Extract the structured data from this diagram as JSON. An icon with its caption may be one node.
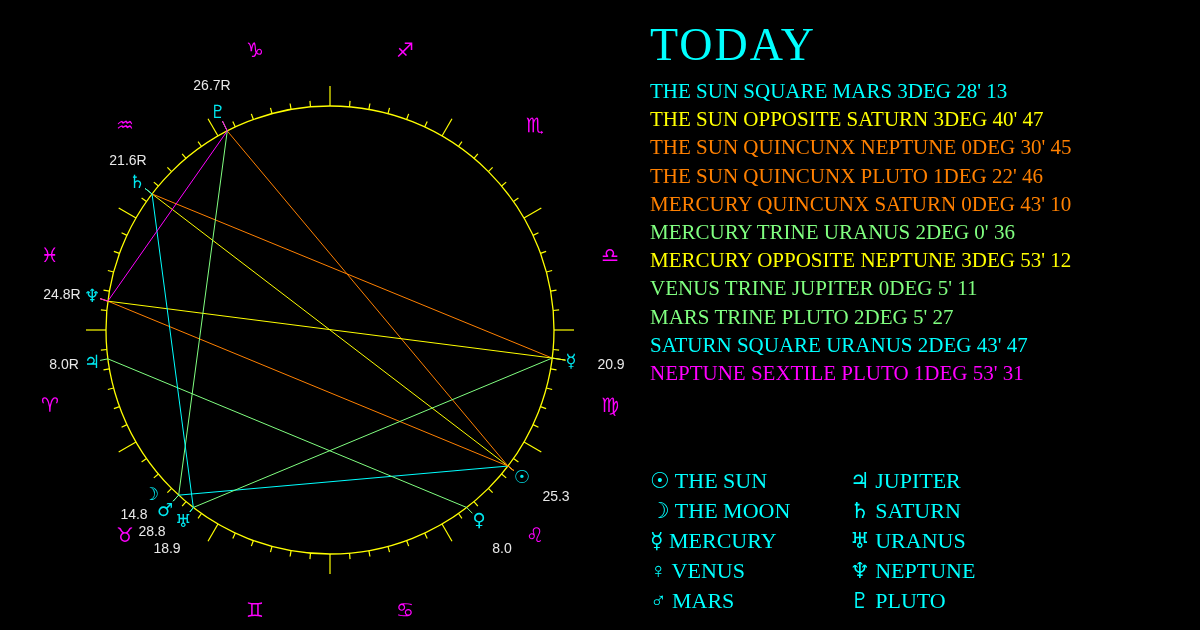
{
  "diagram": {
    "title": "TODAY",
    "nodes": [
      {
        "text": [
          "☉"
        ],
        "beside": [
          "25.3"
        ]
      },
      {
        "text": [
          "☽"
        ],
        "beside": [
          "14.8"
        ]
      },
      {
        "text": [
          "☿"
        ],
        "beside": [
          "20.9"
        ]
      },
      {
        "text": [
          "♀"
        ],
        "beside": [
          "8.0"
        ]
      },
      {
        "text": [
          "♂"
        ],
        "beside": [
          "28.8"
        ]
      },
      {
        "text": [
          "♃"
        ],
        "beside": [
          "8.0R"
        ]
      },
      {
        "text": [
          "♄"
        ],
        "beside": [
          "21.6R"
        ]
      },
      {
        "text": [
          "♅"
        ],
        "beside": [
          "18.9"
        ]
      },
      {
        "text": [
          "♆"
        ],
        "beside": [
          "24.8R"
        ]
      },
      {
        "text": [
          "♇"
        ],
        "beside": [
          "26.7R"
        ]
      }
    ],
    "edges": [
      {
        "from": 0,
        "to": 4,
        "arrow": "none",
        "color": "#00ffff"
      },
      {
        "from": 0,
        "to": 6,
        "arrow": "none",
        "color": "#ffff00"
      },
      {
        "from": 0,
        "to": 8,
        "arrow": "none",
        "color": "#ff8000"
      },
      {
        "from": 0,
        "to": 9,
        "arrow": "none",
        "color": "#ff8000"
      },
      {
        "from": 2,
        "to": 6,
        "arrow": "none",
        "color": "#ff8000"
      },
      {
        "from": 2,
        "to": 7,
        "arrow": "none",
        "color": "#80ff80"
      },
      {
        "from": 2,
        "to": 8,
        "arrow": "none",
        "color": "#ffff00"
      },
      {
        "from": 3,
        "to": 5,
        "arrow": "none",
        "color": "#80ff80"
      },
      {
        "from": 4,
        "to": 9,
        "arrow": "none",
        "color": "#80ff80"
      },
      {
        "from": 6,
        "to": 7,
        "arrow": "none",
        "color": "#00ffff"
      },
      {
        "from": 8,
        "to": 9,
        "arrow": "none",
        "color": "#ff00ff"
      }
    ],
    "labels": [
      "♈",
      "♉",
      "♊",
      "♋",
      "♌",
      "♍",
      "♎",
      "♏",
      "♐",
      "♑",
      "♒",
      "♓",
      "THE SUN SQUARE MARS 3DEG 28' 13",
      "THE SUN OPPOSITE SATURN 3DEG 40' 47",
      "THE SUN QUINCUNX NEPTUNE 0DEG 30' 45",
      "THE SUN QUINCUNX PLUTO 1DEG 22' 46",
      "MERCURY QUINCUNX SATURN 0DEG 43' 10",
      "MERCURY TRINE URANUS 2DEG 0' 36",
      "MERCURY OPPOSITE NEPTUNE 3DEG 53' 12",
      "VENUS TRINE JUPITER 0DEG 5' 11",
      "MARS TRINE PLUTO 2DEG 5' 27",
      "SATURN SQUARE URANUS 2DEG 43' 47",
      "NEPTUNE SEXTILE PLUTO 1DEG 53' 31"
    ],
    "legend": [
      {
        "text": "☉ THE SUN"
      },
      {
        "text": "☽ THE MOON"
      },
      {
        "text": "☿ MERCURY"
      },
      {
        "text": "♀ VENUS"
      },
      {
        "text": "♂ MARS"
      },
      {
        "text": "♃ JUPITER"
      },
      {
        "text": "♄ SATURN"
      },
      {
        "text": "♅ URANUS"
      },
      {
        "text": "♆ NEPTUNE"
      },
      {
        "text": "♇ PLUTO"
      }
    ]
  }
}
